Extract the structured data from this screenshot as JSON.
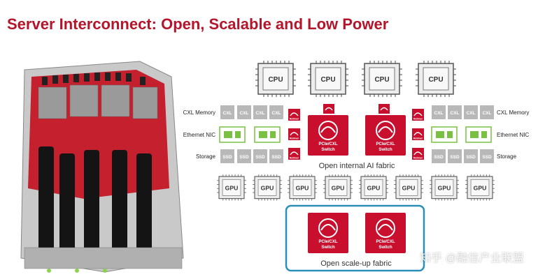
{
  "title": "Server Interconnect: Open, Scalable and Low Power",
  "cpu": {
    "label": "CPU",
    "count": 4
  },
  "gpu": {
    "label": "GPU",
    "count": 8
  },
  "rows": {
    "cxl": {
      "label": "CXL Memory",
      "tile": "CXL"
    },
    "nic": {
      "label": "Ethernet NIC"
    },
    "storage": {
      "label": "Storage",
      "tile": "SSD"
    }
  },
  "retimer_label": "Retimer",
  "switch_label": {
    "line1": "PCIe/CXL",
    "line2": "Switch"
  },
  "internal_fabric_label": "Open internal AI fabric",
  "scaleup_fabric_label": "Open scale-up fabric",
  "watermark": "知乎 @融信产业联盟",
  "colors": {
    "title": "#b5152b",
    "switch": "#c8102e",
    "tile": "#b8b8b8",
    "nic": "#7ac143",
    "scaleup_border": "#2a8fb8"
  }
}
